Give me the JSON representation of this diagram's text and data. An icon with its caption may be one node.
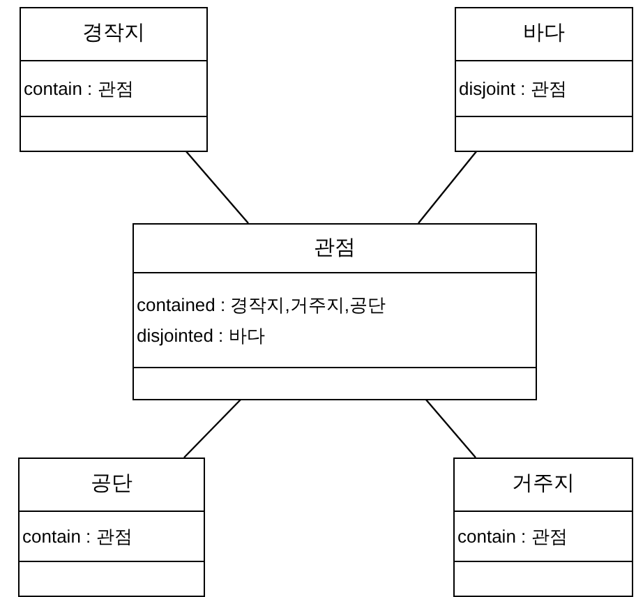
{
  "diagram": {
    "nodes": [
      {
        "text": [
          "경작지",
          "contain : 관점"
        ]
      },
      {
        "text": [
          "바다",
          "disjoint : 관점"
        ]
      },
      {
        "text": [
          "관점",
          "contained : 경작지,거주지,공단",
          "disjointed : 바다"
        ]
      },
      {
        "text": [
          "공단",
          "contain : 관점"
        ]
      },
      {
        "text": [
          "거주지",
          "contain : 관점"
        ]
      }
    ],
    "edges": [
      {
        "from": 0,
        "to": 2,
        "arrow": "none"
      },
      {
        "from": 1,
        "to": 2,
        "arrow": "none"
      },
      {
        "from": 2,
        "to": 3,
        "arrow": "none"
      },
      {
        "from": 2,
        "to": 4,
        "arrow": "none"
      }
    ]
  }
}
